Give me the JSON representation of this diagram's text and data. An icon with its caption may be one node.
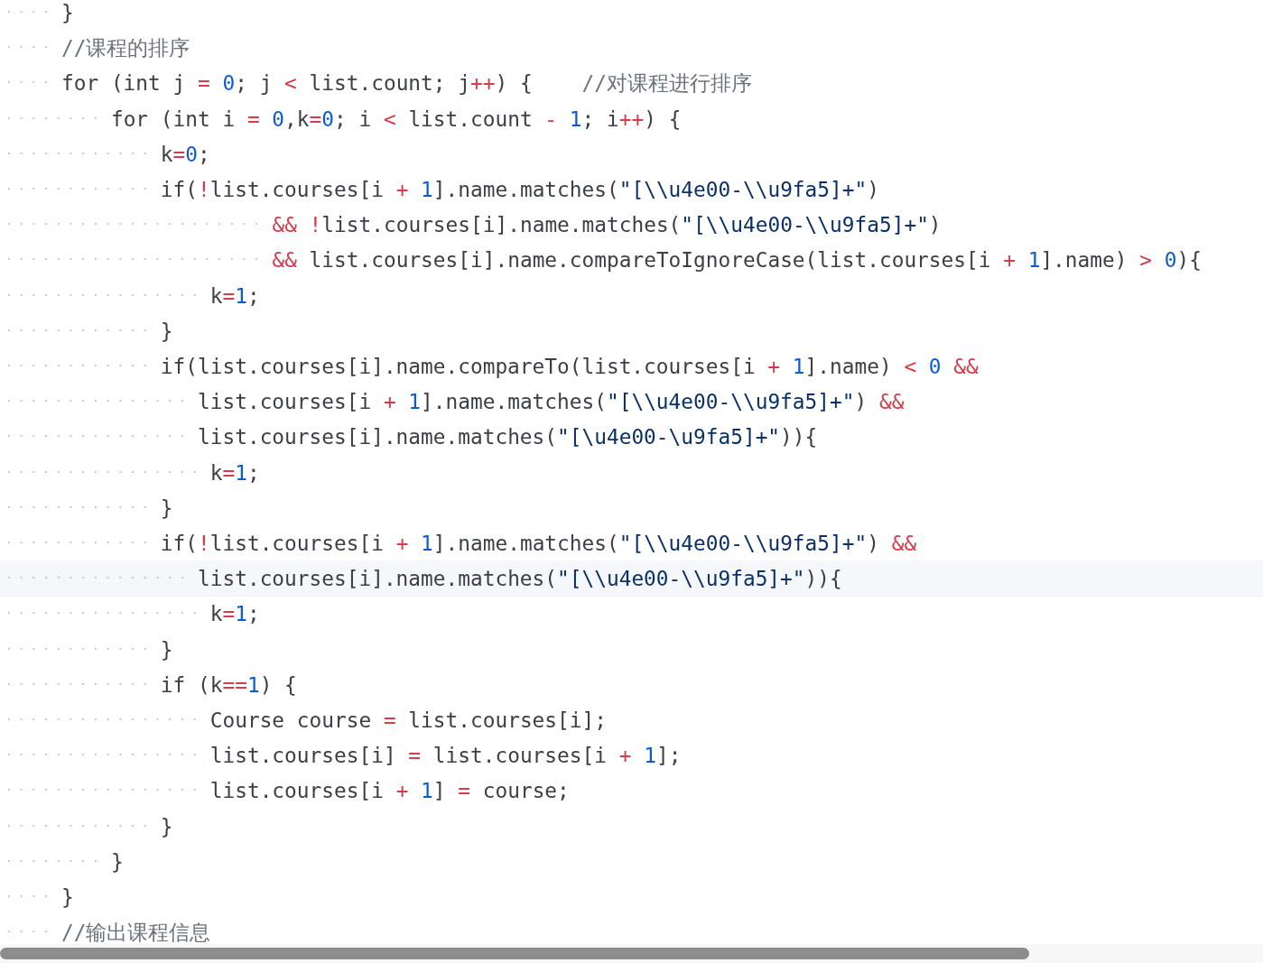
{
  "diagram": {
    "labels": [
      "}",
      "//课程的排序",
      "for (int j = 0; j < list.count; j++) {    //对课程进行排序",
      "for (int i = 0,k=0; i < list.count - 1; i++) {",
      "k=0;",
      "if(!list.courses[i + 1].name.matches(\"[\\\\u4e00-\\\\u9fa5]+\")",
      "&& !list.courses[i].name.matches(\"[\\\\u4e00-\\\\u9fa5]+\")",
      "&& list.courses[i].name.compareToIgnoreCase(list.courses[i + 1].name) > 0){",
      "k=1;",
      "}",
      "if(list.courses[i].name.compareTo(list.courses[i + 1].name) < 0 &&",
      "list.courses[i + 1].name.matches(\"[\\\\u4e00-\\\\u9fa5]+\") &&",
      "list.courses[i].name.matches(\"[\\u4e00-\\u9fa5]+\")){",
      "k=1;",
      "}",
      "if(!list.courses[i + 1].name.matches(\"[\\\\u4e00-\\\\u9fa5]+\") &&",
      "list.courses[i].name.matches(\"[\\\\u4e00-\\\\u9fa5]+\")){",
      "k=1;",
      "}",
      "if (k==1) {",
      "Course course = list.courses[i];",
      "list.courses[i] = list.courses[i + 1];",
      "list.courses[i + 1] = course;",
      "}",
      "}",
      "}",
      "//输出课程信息"
    ]
  }
}
